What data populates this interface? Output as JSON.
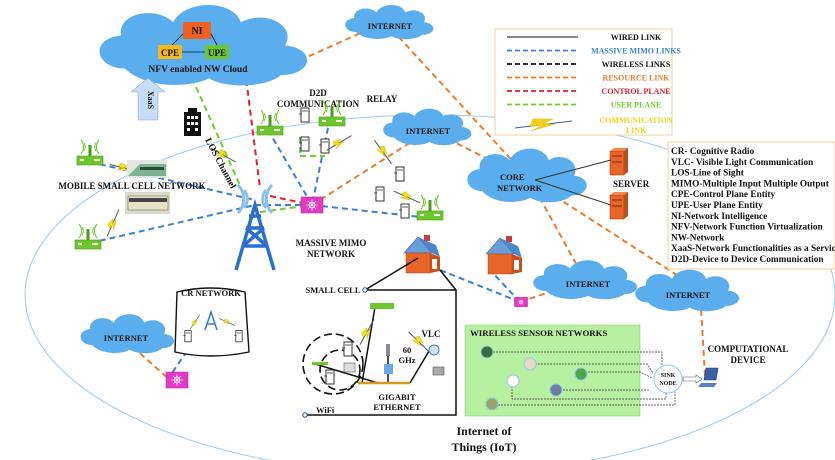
{
  "diagram": {
    "nfv_cloud": {
      "title": "NFV enabled NW Cloud",
      "ni": "NI",
      "cpe": "CPE",
      "upe": "UPE",
      "xaas": "XaaS"
    },
    "labels": {
      "internet": "INTERNET",
      "d2d_line1": "D2D",
      "d2d_line2": "COMMUNICATION",
      "relay": "RELAY",
      "los_channel": "LOS Channel",
      "mobile_small_cell": "MOBILE SMALL CELL NETWORK",
      "massive_mimo_line1": "MASSIVE MIMO",
      "massive_mimo_line2": "NETWORK",
      "core_network_line1": "CORE",
      "core_network_line2": "NETWORK",
      "server": "SERVER",
      "cr_network": "CR NETWORK",
      "small_cell": "SMALL CELL",
      "vlc": "VLC",
      "ghz_line1": "60",
      "ghz_line2": "GHz",
      "wifi": "WiFi",
      "gigabit_line1": "GIGABIT",
      "gigabit_line2": "ETHERNET",
      "wsn_title": "WIRELESS SENSOR NETWORKS",
      "sink_line1": "SINK",
      "sink_line2": "NODE",
      "computational_line1": "COMPUTATIONAL",
      "computational_line2": "DEVICE",
      "iot_line1": "Internet of",
      "iot_line2": "Things (IoT)"
    },
    "legend": [
      {
        "label": "WIRED LINK",
        "color": "#111111",
        "style": "solid"
      },
      {
        "label": "MASSIVE MIMO LINKS",
        "color": "#3a7fd5",
        "style": "dashed"
      },
      {
        "label": "WIRELESS LINKS",
        "color": "#111111",
        "style": "dashed"
      },
      {
        "label": "RESOURCE LINK",
        "color": "#f07a2a",
        "style": "dashed"
      },
      {
        "label": "CONTROL PLANE",
        "color": "#e0202a",
        "style": "dashed"
      },
      {
        "label": "USER PLANE",
        "color": "#6ad12a",
        "style": "dashed"
      },
      {
        "label": "COMMUNICATION LINK",
        "color": "#f2d21a",
        "style": "bolt"
      }
    ],
    "abbreviations": [
      "CR- Cognitive Radio",
      "VLC- Visible Light Communication",
      "LOS-Line of Sight",
      "MIMO-Multiple Input Multiple Output",
      "CPE-Control Plane Entity",
      "UPE-User Plane Entity",
      "NI-Network Intelligence",
      "NFV-Network Function Virtualization",
      "NW-Network",
      "XaaS-Network Functionalities as a Service",
      "D2D-Device to Device Communication"
    ],
    "colors": {
      "cloud": "#5aaeee",
      "tower": "#2a6fd0",
      "switch": "#e23ac3",
      "router": "#6cc72a",
      "wsn_bg": "#b6f0a0",
      "server": "#e8652a",
      "house_roof": "#6a9ed8",
      "house_wall": "#e8652a",
      "ellipse": "#9cc8ec"
    }
  }
}
